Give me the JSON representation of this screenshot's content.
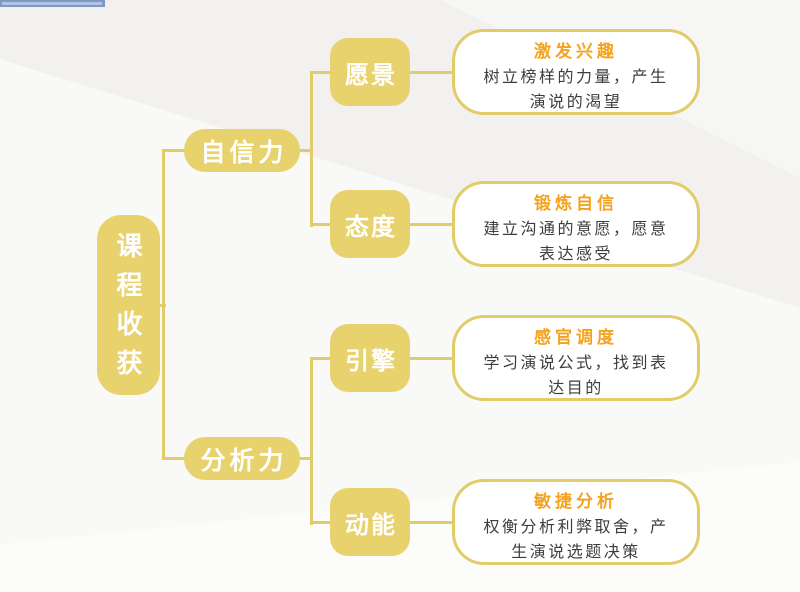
{
  "page": {
    "colors": {
      "node_yellow": "#e7d26e",
      "connector_yellow": "#e2cc69",
      "card_border": "#e2cc69",
      "card_background": "#ffffff",
      "title_orange": "#f5a31e",
      "body_text": "#3d3d3d",
      "node_text": "#ffffff",
      "background": "#f2f1f0",
      "artifact_blue": "#7e98c6"
    }
  },
  "diagram": {
    "type": "mindmap",
    "root": {
      "label": "课程收获"
    },
    "branches": [
      {
        "label": "自信力",
        "children": [
          {
            "node_label": "愿景",
            "card_title": "激发兴趣",
            "card_body": "树立榜样的力量，产生演说的渴望"
          },
          {
            "node_label": "态度",
            "card_title": "锻炼自信",
            "card_body": "建立沟通的意愿，愿意表达感受"
          }
        ]
      },
      {
        "label": "分析力",
        "children": [
          {
            "node_label": "引擎",
            "card_title": "感官调度",
            "card_body": "学习演说公式，找到表达目的"
          },
          {
            "node_label": "动能",
            "card_title": "敏捷分析",
            "card_body": "权衡分析利弊取舍，产生演说选题决策"
          }
        ]
      }
    ]
  }
}
